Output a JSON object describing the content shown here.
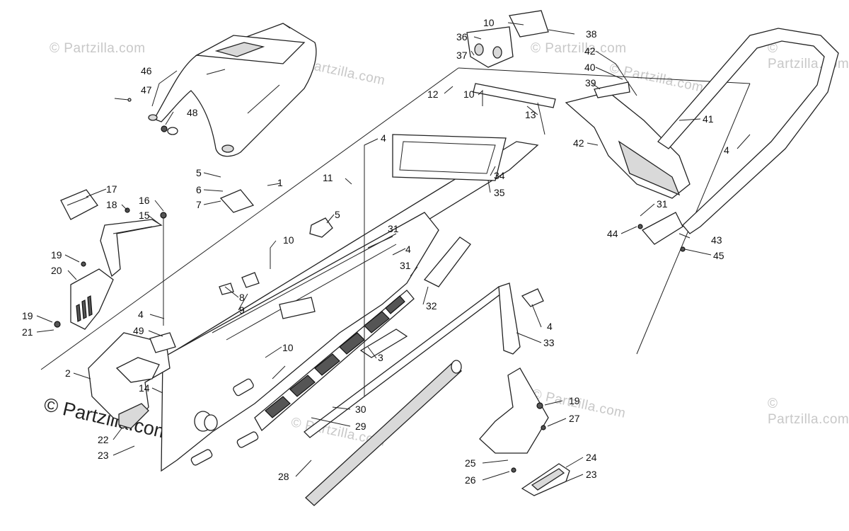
{
  "watermarks": {
    "main": "© Partzilla.com",
    "faint": [
      "© Partzilla.com",
      "© Partzilla.com",
      "© Partzilla.com",
      "© Partzilla.com",
      "© Partzilla.com",
      "© Partzilla.com",
      "© Partzilla.com",
      "© Partzilla.com"
    ]
  },
  "callouts": [
    "1",
    "2",
    "3",
    "4",
    "4",
    "4",
    "4",
    "4",
    "5",
    "5",
    "6",
    "7",
    "8",
    "9",
    "10",
    "10",
    "10",
    "10",
    "11",
    "12",
    "13",
    "14",
    "15",
    "16",
    "17",
    "18",
    "19",
    "19",
    "19",
    "20",
    "21",
    "22",
    "23",
    "23",
    "24",
    "25",
    "26",
    "27",
    "28",
    "29",
    "30",
    "31",
    "31",
    "31",
    "32",
    "33",
    "34",
    "35",
    "36",
    "37",
    "38",
    "39",
    "40",
    "41",
    "42",
    "42",
    "43",
    "44",
    "45",
    "46",
    "47",
    "48",
    "49"
  ]
}
